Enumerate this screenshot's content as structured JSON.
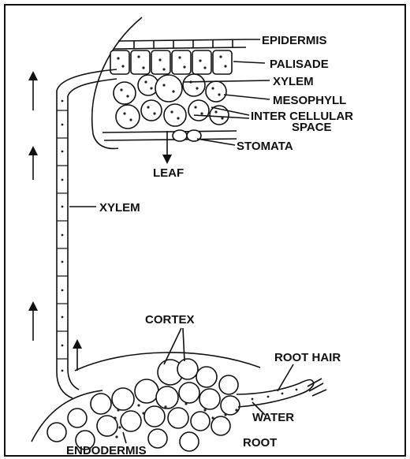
{
  "labels": {
    "epidermis": "EPIDERMIS",
    "palisade": "PALISADE",
    "xylem_leaf": "XYLEM",
    "mesophyll": "MESOPHYLL",
    "intercellular_1": "INTER CELLULAR",
    "intercellular_2": "SPACE",
    "stomata": "STOMATA",
    "leaf": "LEAF",
    "xylem_stem": "XYLEM",
    "cortex": "CORTEX",
    "root_hair": "ROOT HAIR",
    "water": "WATER",
    "root": "ROOT",
    "endodermis": "ENDODERMIS"
  },
  "colors": {
    "ink": "#111111",
    "paper": "#ffffff"
  },
  "icons": [
    "up-arrow-icon",
    "down-arrow-icon"
  ]
}
